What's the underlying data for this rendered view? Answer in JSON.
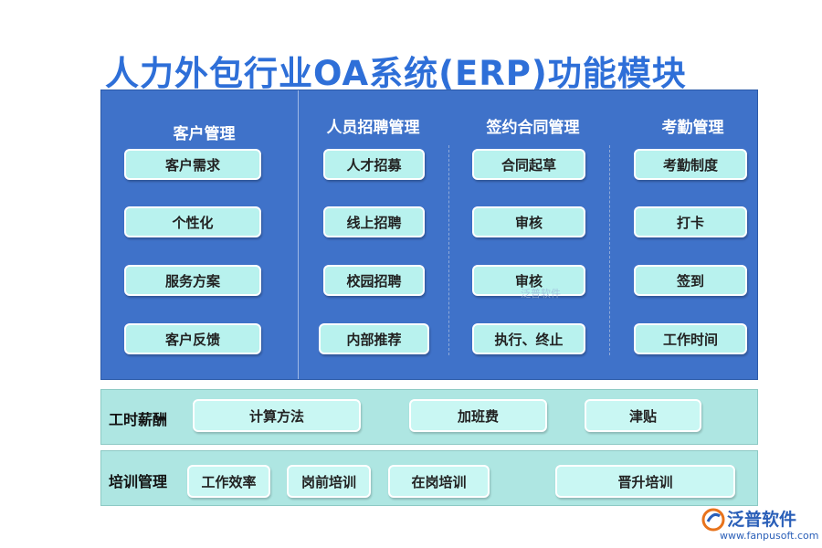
{
  "title": "人力外包行业OA系统(ERP)功能模块",
  "modules": {
    "customer": {
      "header": "客户管理",
      "items": [
        "客户需求",
        "个性化",
        "服务方案",
        "客户反馈"
      ]
    },
    "recruit": {
      "header": "人员招聘管理",
      "items": [
        "人才招募",
        "线上招聘",
        "校园招聘",
        "内部推荐"
      ]
    },
    "contract": {
      "header": "签约合同管理",
      "items": [
        "合同起草",
        "审核",
        "审核",
        "执行、终止"
      ]
    },
    "attendance": {
      "header": "考勤管理",
      "items": [
        "考勤制度",
        "打卡",
        "签到",
        "工作时间"
      ]
    }
  },
  "salary": {
    "label": "工时薪酬",
    "items": [
      "计算方法",
      "加班费",
      "津贴"
    ]
  },
  "training": {
    "label": "培训管理",
    "items": [
      "工作效率",
      "岗前培训",
      "在岗培训",
      "晋升培训"
    ]
  },
  "watermark": "泛普软件",
  "logo": {
    "name": "泛普软件",
    "url": "www.fanpusoft.com",
    "icon": "fanpu-logo-icon"
  },
  "colors": {
    "title": "#2e6fd8",
    "panel": "#3f72c9",
    "pill": "#b8f2ee",
    "strip": "#aee6e2"
  }
}
